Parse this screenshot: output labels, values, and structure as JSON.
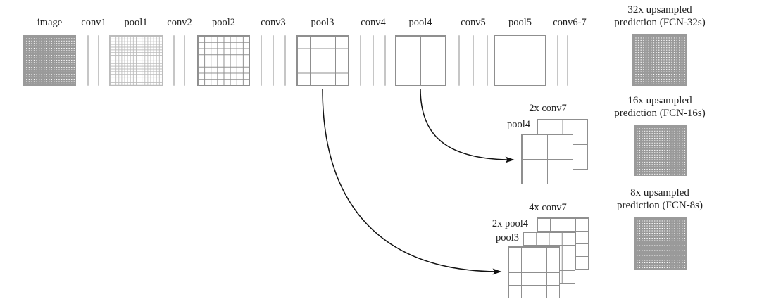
{
  "colors": {
    "background": "#ffffff",
    "text": "#1f1f1f",
    "dense_grid_line": "#9a9a9a",
    "light_grid_line": "#bcbcbc",
    "coarse_grid_line": "#8f8f8f",
    "conv_line": "#c6c6c6",
    "arrow": "#111111"
  },
  "top_row": {
    "items": [
      {
        "label": "image",
        "kind": "grid",
        "grid": {
          "cells": 20,
          "style": "dense"
        }
      },
      {
        "label": "conv1",
        "kind": "lines",
        "count": 2
      },
      {
        "label": "pool1",
        "kind": "grid",
        "grid": {
          "cells": 18,
          "style": "light"
        }
      },
      {
        "label": "conv2",
        "kind": "lines",
        "count": 2
      },
      {
        "label": "pool2",
        "kind": "grid",
        "grid": {
          "cells": 8,
          "style": "coarse"
        }
      },
      {
        "label": "conv3",
        "kind": "lines",
        "count": 3
      },
      {
        "label": "pool3",
        "kind": "grid",
        "grid": {
          "cells": 4,
          "style": "coarse"
        }
      },
      {
        "label": "conv4",
        "kind": "lines",
        "count": 3
      },
      {
        "label": "pool4",
        "kind": "grid",
        "grid": {
          "cells": 2,
          "style": "coarse"
        }
      },
      {
        "label": "conv5",
        "kind": "lines",
        "count": 3
      },
      {
        "label": "pool5",
        "kind": "grid",
        "grid": {
          "cells": 1,
          "style": "coarse"
        }
      },
      {
        "label": "conv6-7",
        "kind": "lines",
        "count": 2
      }
    ]
  },
  "predictions": [
    {
      "line1": "32x upsampled",
      "line2": "prediction (FCN-32s)",
      "grid": {
        "cells": 20,
        "style": "dense"
      }
    },
    {
      "line1": "16x upsampled",
      "line2": "prediction (FCN-16s)",
      "grid": {
        "cells": 20,
        "style": "dense"
      }
    },
    {
      "line1": "8x upsampled",
      "line2": "prediction (FCN-8s)",
      "grid": {
        "cells": 20,
        "style": "dense"
      }
    }
  ],
  "fcn16_fusion": {
    "conv7_label": "2x conv7",
    "pool4_label": "pool4",
    "back_grid": {
      "cells": 2,
      "style": "coarse"
    },
    "front_grid": {
      "cells": 2,
      "style": "coarse"
    }
  },
  "fcn8_fusion": {
    "conv7_label": "4x conv7",
    "pool4_label": "2x pool4",
    "pool3_label": "pool3",
    "back_grid": {
      "cells": 4,
      "style": "coarse"
    },
    "middle_grid": {
      "cells": 4,
      "style": "coarse"
    },
    "front_grid": {
      "cells": 4,
      "style": "coarse"
    }
  }
}
